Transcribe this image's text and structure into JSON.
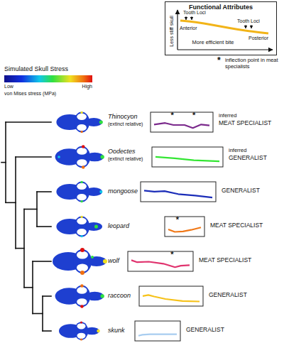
{
  "diagram": {
    "nodes": [
      {
        "text": [
          "Functional Attributes"
        ]
      }
    ],
    "labels": [
      "Tooth Loci",
      "Tooth Loci",
      "Anterior",
      "Posterior",
      "Less stiff skull",
      "More efficient bite",
      "*",
      "inflection point in meat specialists",
      "Simulated Skull Stress",
      "Low",
      "High",
      "von Mises stress (MPa)",
      "Thinocyon",
      "(extinct relative)",
      "*",
      "*",
      "inferred",
      "MEAT SPECIALIST",
      "Oodectes",
      "(extinct relative)",
      "inferred",
      "GENERALIST",
      "mongoose",
      "GENERALIST",
      "leopard",
      "*",
      "MEAT SPECIALIST",
      "wolf",
      "*",
      "MEAT SPECIALIST",
      "raccoon",
      "GENERALIST",
      "skunk",
      "GENERALIST"
    ]
  }
}
